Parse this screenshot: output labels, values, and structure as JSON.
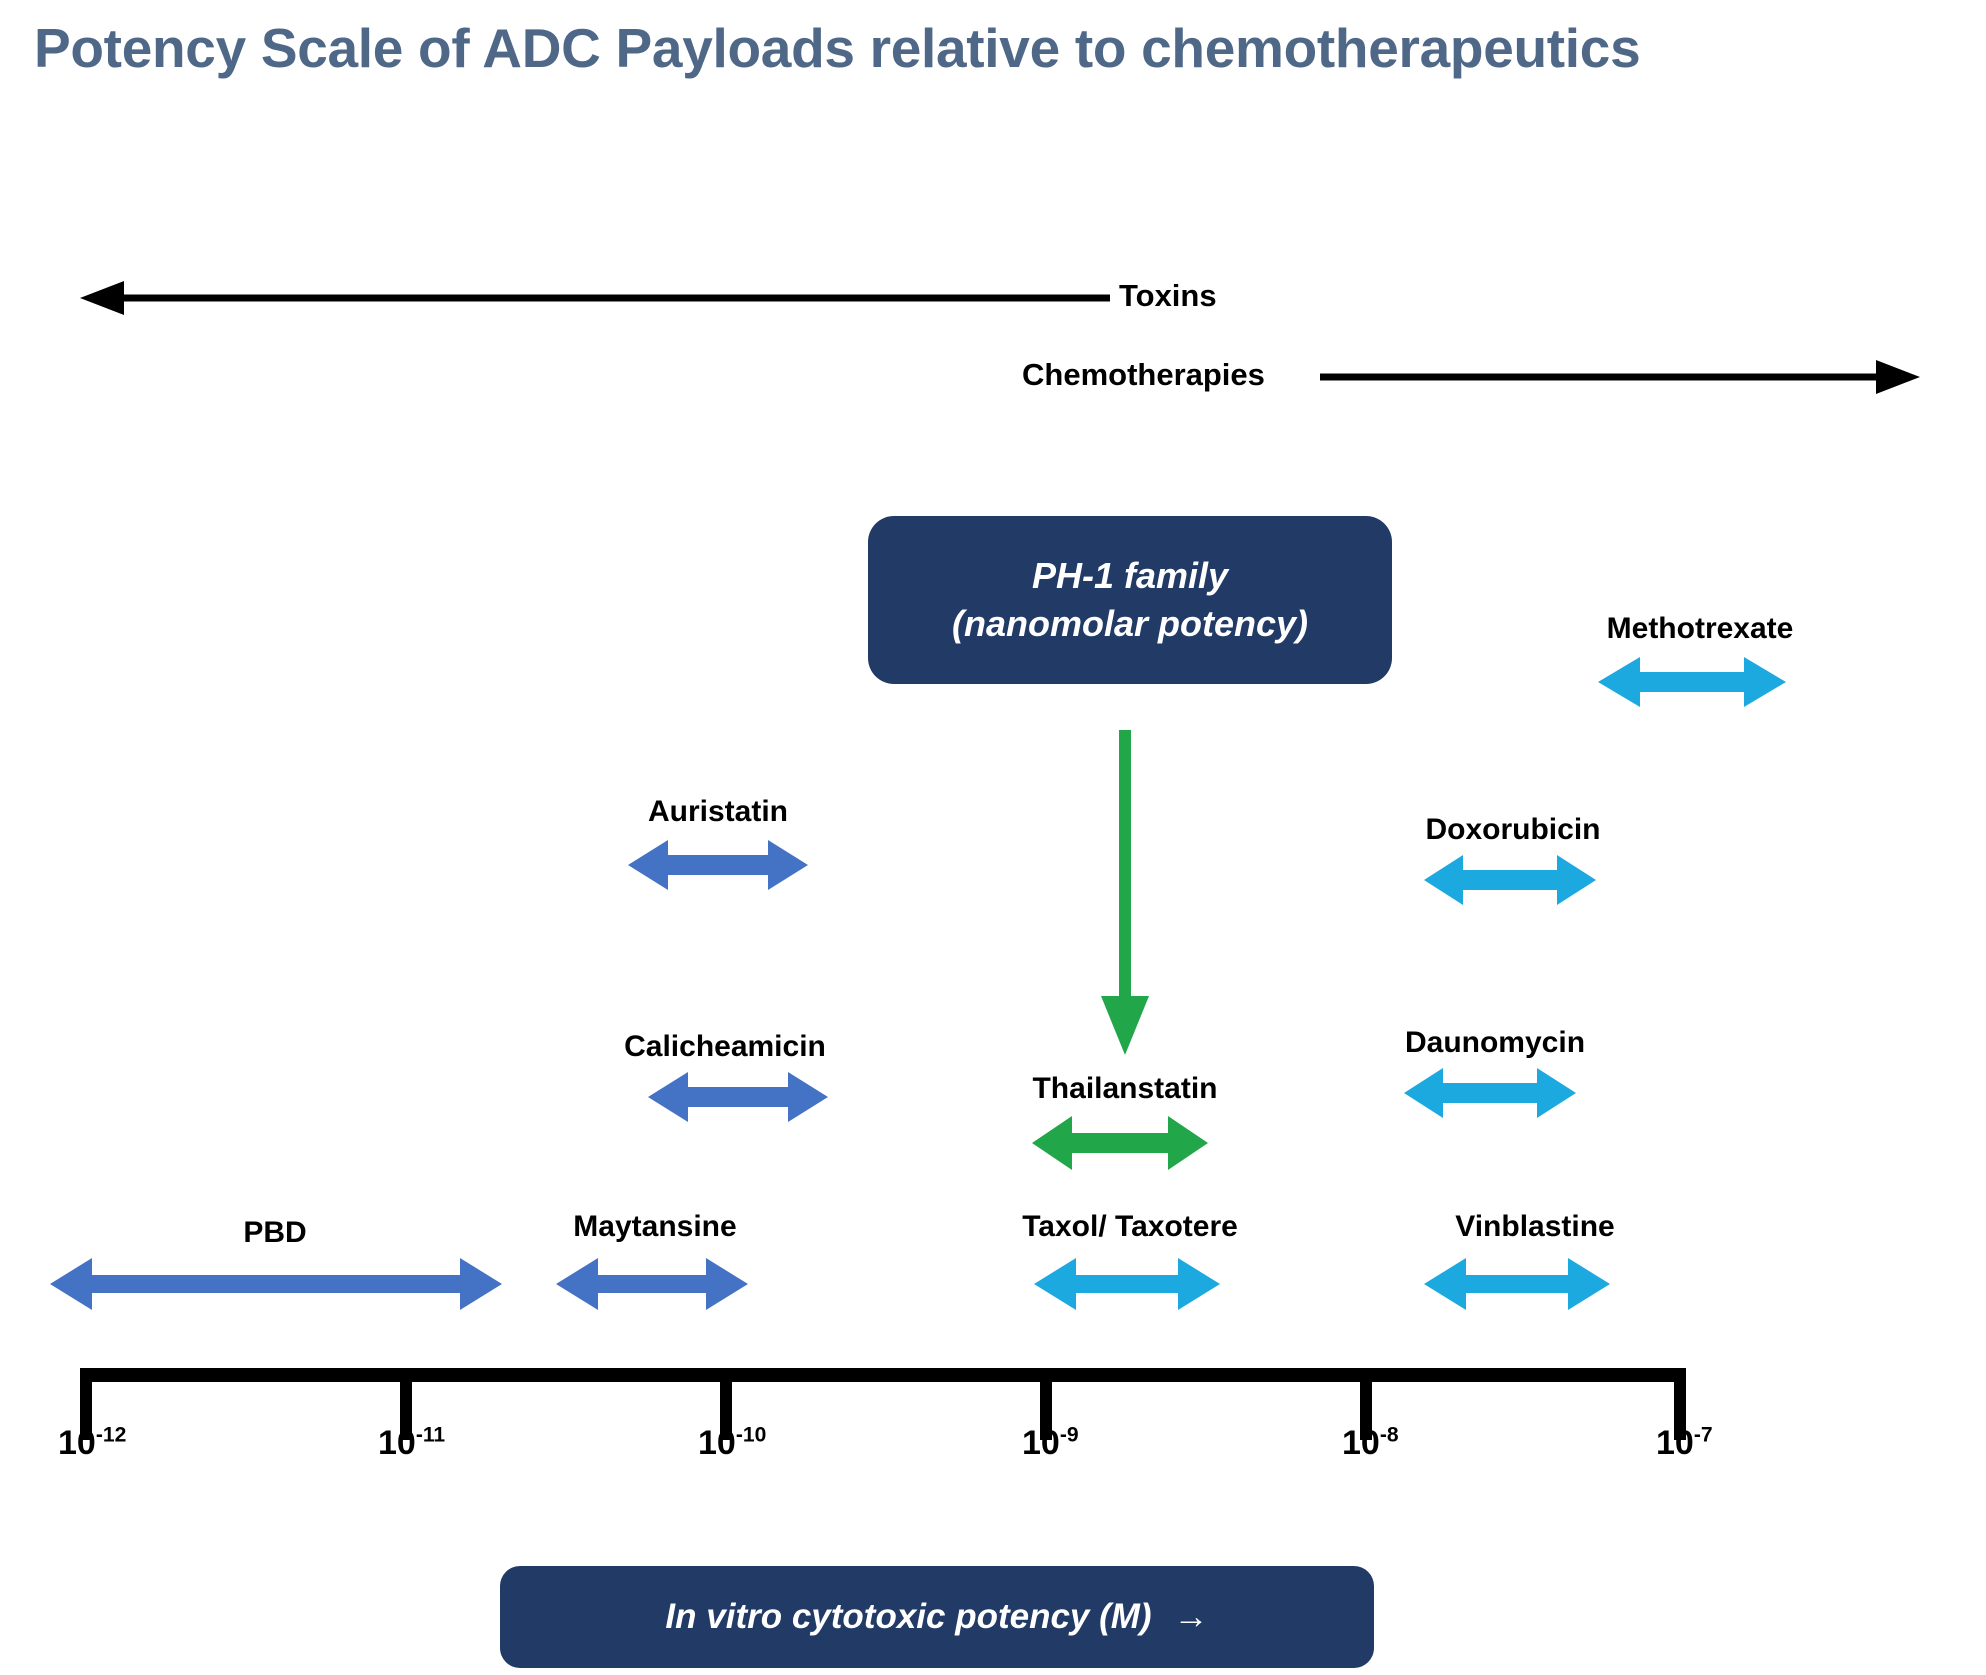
{
  "page": {
    "title": "Potency Scale of ADC Payloads relative to chemotherapeutics",
    "background": "#FFFFFF"
  },
  "colors": {
    "title": "#4F6888",
    "navy_box": "#213A66",
    "payload_blue": "#4472C4",
    "chemo_cyan": "#1CA9E0",
    "highlight_green": "#22A64A",
    "axis_black": "#000000"
  },
  "bands": [
    {
      "label": "Toxins",
      "direction": "left",
      "color": "#000000"
    },
    {
      "label": "Chemotherapies",
      "direction": "right",
      "color": "#000000"
    }
  ],
  "highlight_box": {
    "line1": "PH-1 family",
    "line2": "(nanomolar potency)",
    "fill": "#213A66",
    "text_color": "#FFFFFF"
  },
  "connector": {
    "from": "PH-1 family",
    "to": "Thailanstatin",
    "direction": "down",
    "color": "#22A64A"
  },
  "entries": [
    {
      "name": "PBD",
      "color": "#4472C4",
      "group": "payload",
      "range": [
        "1e-12",
        "1e-11.2"
      ]
    },
    {
      "name": "Maytansine",
      "color": "#4472C4",
      "group": "payload",
      "range": [
        "1e-10.8",
        "1e-10.2"
      ]
    },
    {
      "name": "Auristatin",
      "color": "#4472C4",
      "group": "payload",
      "range": [
        "1e-10.6",
        "1e-10.0"
      ]
    },
    {
      "name": "Calicheamicin",
      "color": "#4472C4",
      "group": "payload",
      "range": [
        "1e-10.5",
        "1e-9.9"
      ]
    },
    {
      "name": "Thailanstatin",
      "color": "#22A64A",
      "group": "highlight",
      "range": [
        "1e-9.3",
        "1e-8.8"
      ]
    },
    {
      "name": "Taxol/ Taxotere",
      "color": "#1CA9E0",
      "group": "chemo",
      "range": [
        "1e-9.3",
        "1e-8.8"
      ]
    },
    {
      "name": "Doxorubicin",
      "color": "#1CA9E0",
      "group": "chemo",
      "range": [
        "1e-8.1",
        "1e-7.6"
      ]
    },
    {
      "name": "Daunomycin",
      "color": "#1CA9E0",
      "group": "chemo",
      "range": [
        "1e-8.2",
        "1e-7.7"
      ]
    },
    {
      "name": "Vinblastine",
      "color": "#1CA9E0",
      "group": "chemo",
      "range": [
        "1e-8.1",
        "1e-7.5"
      ]
    },
    {
      "name": "Methotrexate",
      "color": "#1CA9E0",
      "group": "chemo",
      "range": [
        "1e-7.6",
        "1e-7.1"
      ]
    }
  ],
  "axis": {
    "caption": "In vitro cytotoxic potency (M)",
    "caption_arrow": "→",
    "unit": "M",
    "ticks": [
      {
        "base": "10",
        "exp": "-12"
      },
      {
        "base": "10",
        "exp": "-11"
      },
      {
        "base": "10",
        "exp": "-10"
      },
      {
        "base": "10",
        "exp": "-9"
      },
      {
        "base": "10",
        "exp": "-8"
      },
      {
        "base": "10",
        "exp": "-7"
      }
    ]
  },
  "chart_data": {
    "type": "range",
    "title": "Potency Scale of ADC Payloads relative to chemotherapeutics",
    "xlabel": "In vitro cytotoxic potency (M)",
    "ylabel": "",
    "xscale": "log",
    "xlim": [
      1e-12,
      1e-07
    ],
    "xticks": [
      "10^-12",
      "10^-11",
      "10^-10",
      "10^-9",
      "10^-8",
      "10^-7"
    ],
    "grid": false,
    "legend": [
      "Toxins",
      "Chemotherapies"
    ],
    "series": [
      {
        "name": "PBD",
        "category": "ADC payload",
        "xmin": 1e-12,
        "xmax": 6.3e-12,
        "color": "#4472C4"
      },
      {
        "name": "Maytansine",
        "category": "ADC payload",
        "xmin": 1.6e-11,
        "xmax": 6.3e-11,
        "color": "#4472C4"
      },
      {
        "name": "Auristatin",
        "category": "ADC payload",
        "xmin": 2.5e-11,
        "xmax": 1e-10,
        "color": "#4472C4"
      },
      {
        "name": "Calicheamicin",
        "category": "ADC payload",
        "xmin": 3.2e-11,
        "xmax": 1.3e-10,
        "color": "#4472C4"
      },
      {
        "name": "Thailanstatin",
        "category": "PH-1 family",
        "xmin": 5e-10,
        "xmax": 1.6e-09,
        "color": "#22A64A"
      },
      {
        "name": "Taxol/ Taxotere",
        "category": "Chemotherapy",
        "xmin": 5e-10,
        "xmax": 1.6e-09,
        "color": "#1CA9E0"
      },
      {
        "name": "Doxorubicin",
        "category": "Chemotherapy",
        "xmin": 7.9e-09,
        "xmax": 2.5e-08,
        "color": "#1CA9E0"
      },
      {
        "name": "Daunomycin",
        "category": "Chemotherapy",
        "xmin": 6.3e-09,
        "xmax": 2e-08,
        "color": "#1CA9E0"
      },
      {
        "name": "Vinblastine",
        "category": "Chemotherapy",
        "xmin": 7.9e-09,
        "xmax": 3.2e-08,
        "color": "#1CA9E0"
      },
      {
        "name": "Methotrexate",
        "category": "Chemotherapy",
        "xmin": 2.5e-08,
        "xmax": 7.9e-08,
        "color": "#1CA9E0"
      }
    ],
    "annotations": [
      {
        "text": "PH-1 family",
        "kind": "box"
      },
      {
        "text": "(nanomolar potency)",
        "kind": "box"
      },
      {
        "text": "Toxins",
        "kind": "band",
        "direction": "decreasing-potency-axis"
      },
      {
        "text": "Chemotherapies",
        "kind": "band",
        "direction": "increasing-potency-axis"
      }
    ]
  }
}
